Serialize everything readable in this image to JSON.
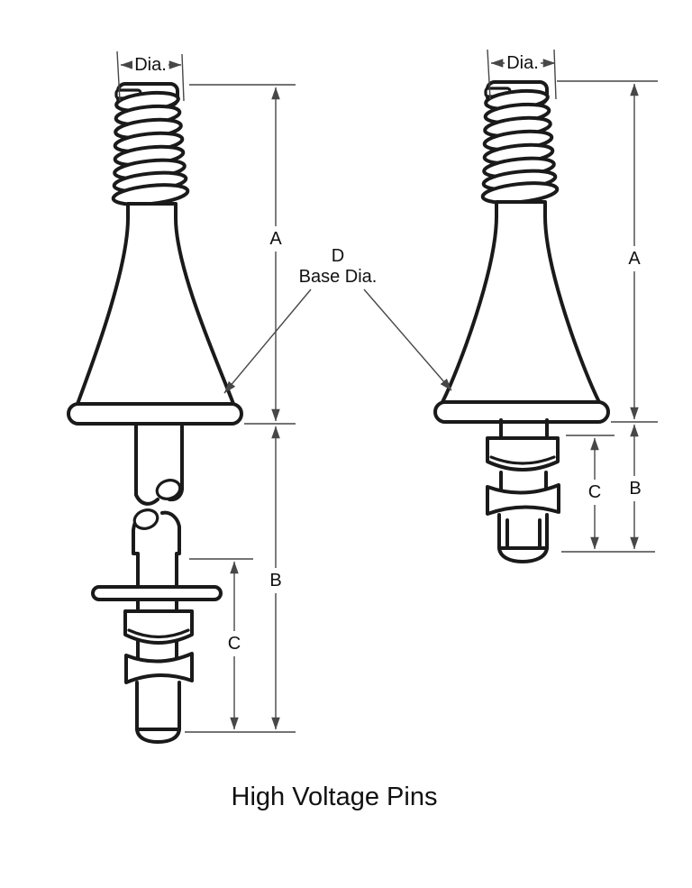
{
  "title": "High Voltage Pins",
  "colors": {
    "background": "#ffffff",
    "line": "#1a1a1a",
    "dimension": "#474747"
  },
  "left_pin": {
    "dia_label": "Dia.",
    "a_label": "A",
    "b_label": "B",
    "c_label": "C"
  },
  "right_pin": {
    "dia_label": "Dia.",
    "a_label": "A",
    "b_label": "B",
    "c_label": "C"
  },
  "base_callout": {
    "d_label": "D",
    "base_dia_label": "Base Dia."
  }
}
